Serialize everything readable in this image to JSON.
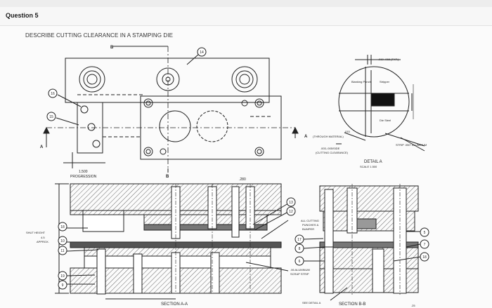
{
  "question": {
    "title": "Question 5",
    "prompt": "DESCRIBE CUTTING CLEARANCE IN A STAMPING DIE"
  },
  "drawing": {
    "section_marker_b": "B",
    "section_marker_a": "A",
    "progression_value": "1.500",
    "progression_label": "PROGRESSION",
    "dim_280": ".280",
    "through_material": "(THROUGH MATERIAL)",
    "dim_015": ".015",
    "cutting_clearance_value": ".003-.005/SIDE",
    "cutting_clearance_label": "(CUTTING CLEARANCE)",
    "detail_title": "DETAIL A",
    "detail_scale": "SCALE 1.500",
    "detail_top_dim": ".010-.015 (TYP.)",
    "detail_blanking_punch": "Blanking Punch",
    "detail_stripper": "Stripper",
    "detail_die_steel": "Die Steel",
    "detail_strip": "STRIP .050\" ALUMINUM",
    "shut_height_label": "SHUT HEIGHT",
    "shut_height_value": "4.5",
    "shut_height_approx": "APPROX.",
    "all_cutting_line1": "ALL CUTTING",
    "all_cutting_line2": "PUNCHES &",
    "all_cutting_line3": "BUMPER",
    "scrap_line1": ".06 ALUMINUM",
    "scrap_line2": "SCRAP STRIP",
    "see_detail": "SEE DETAIL A",
    "section_aa": "SECTION A-A",
    "section_bb": "SECTION B-B",
    "dim_25": ".25",
    "balloons": [
      "14",
      "16",
      "15",
      "18",
      "19",
      "10",
      "11",
      "12",
      "13",
      "18",
      "17",
      "8",
      "6",
      "5",
      "7",
      "9"
    ]
  }
}
